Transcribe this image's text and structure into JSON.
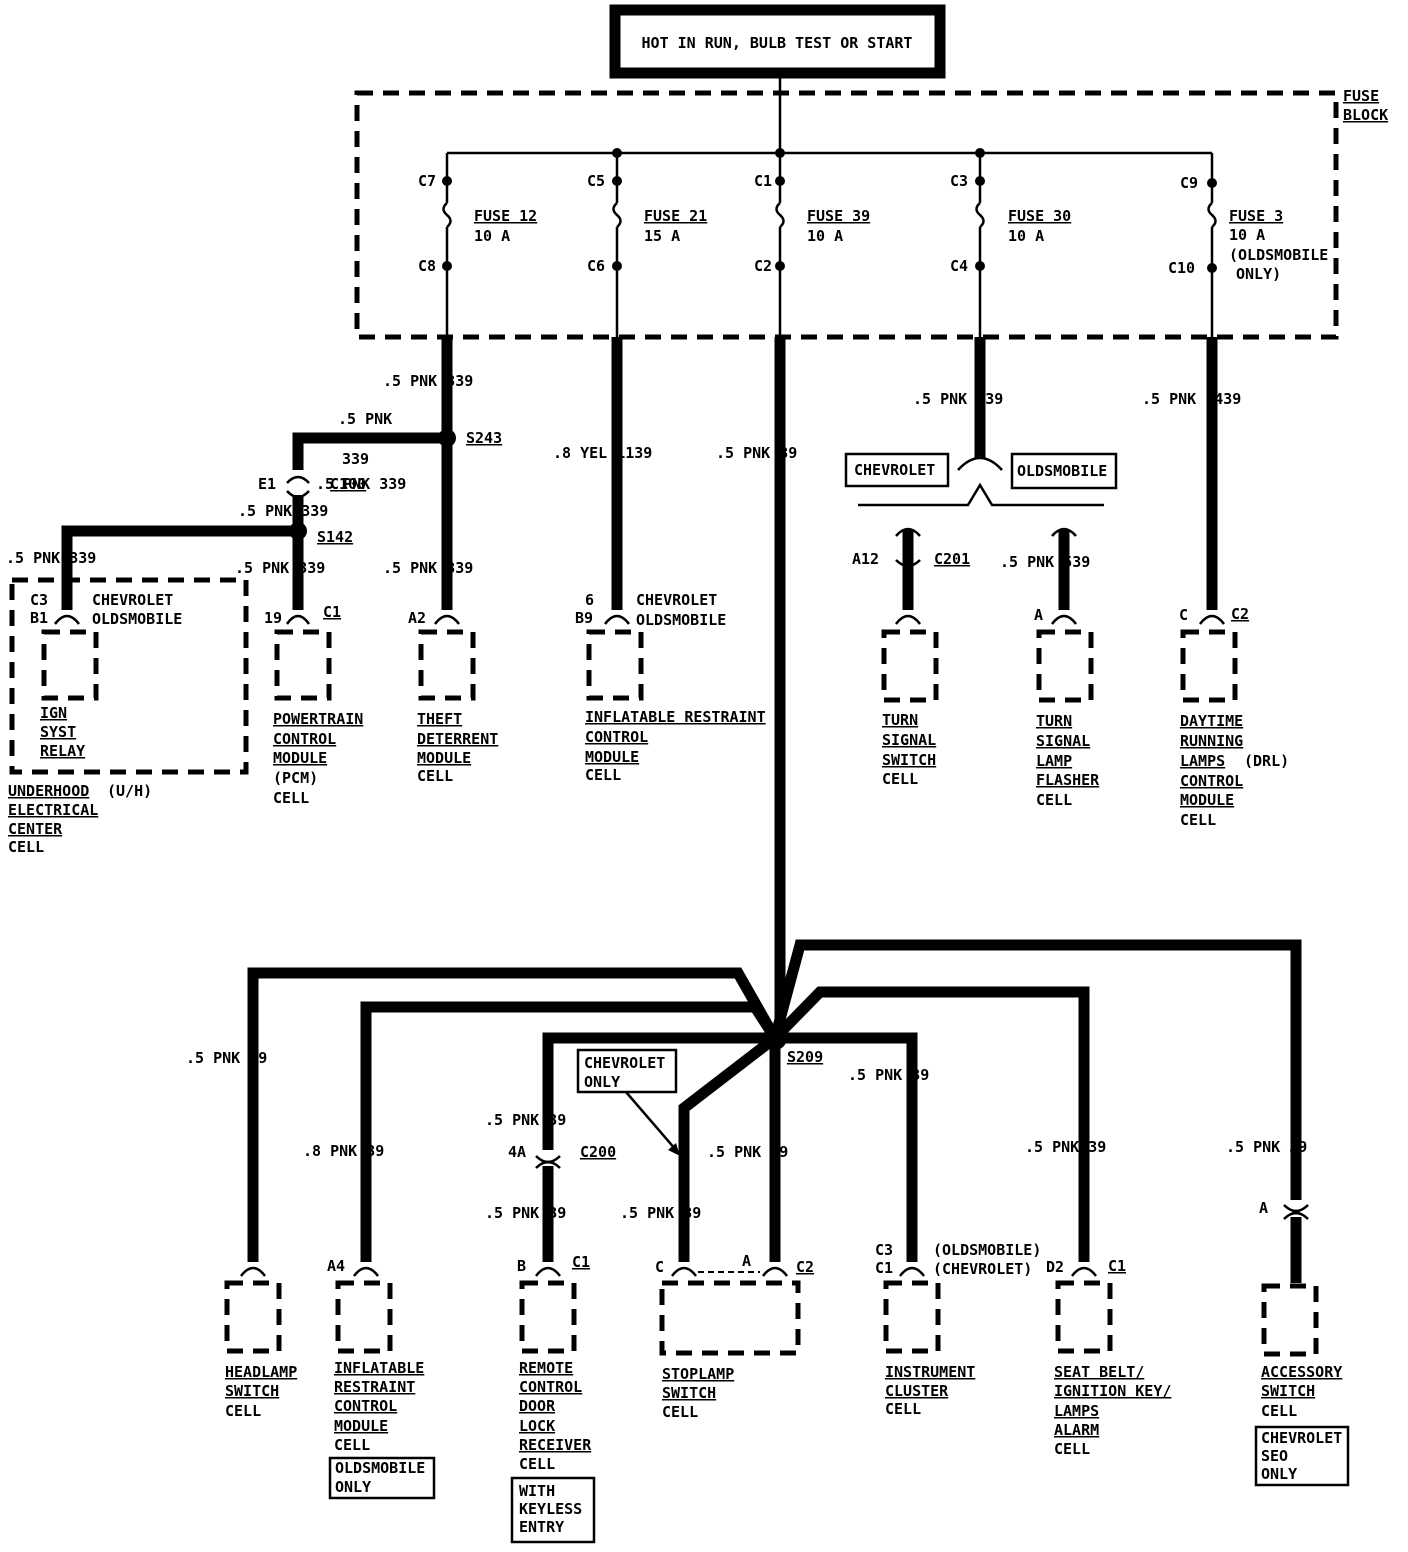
{
  "header": {
    "title": "HOT IN RUN, BULB TEST OR START"
  },
  "fuse_block": {
    "label_line1": "FUSE",
    "label_line2": "BLOCK"
  },
  "fuses": [
    {
      "in": "C7",
      "out": "C8",
      "name": "FUSE 12",
      "amps": "10 A",
      "note1": "",
      "note2": ""
    },
    {
      "in": "C5",
      "out": "C6",
      "name": "FUSE 21",
      "amps": "15 A",
      "note1": "",
      "note2": ""
    },
    {
      "in": "C1",
      "out": "C2",
      "name": "FUSE 39",
      "amps": "10 A",
      "note1": "",
      "note2": ""
    },
    {
      "in": "C3",
      "out": "C4",
      "name": "FUSE 30",
      "amps": "10 A",
      "note1": "",
      "note2": ""
    },
    {
      "in": "C9",
      "out": "C10",
      "name": "FUSE 3",
      "amps": "10 A",
      "note1": "(OLDSMOBILE",
      "note2": "ONLY)"
    }
  ],
  "wires": {
    "w339_a": ".5 PNK  339",
    "w339_b": ".5 PNK",
    "w339_b_num": "339",
    "w339_c": ".5 PNK  339",
    "w339_d": ".5 PNK  339",
    "w339_e": ".5 PNK  339",
    "w339_f": ".5 PNK  339",
    "w1139": ".8 YEL  1139",
    "w39_main": ".5 PNK  39",
    "w539": ".5 PNK  539",
    "w539_b": ".5 PNK  539",
    "w1439": ".5 PNK  1439",
    "b1": ".5 PNK  39",
    "b2": ".8 PNK  39",
    "b3a": ".5 PNK  39",
    "b3b": ".5 PNK  39",
    "b4": ".5 PNK  39",
    "b5": ".5 PNK  39",
    "b6": ".5 PNK  39",
    "b7": ".5 PNK  39",
    "b8": ".5 PNK  39"
  },
  "splices": {
    "s243": "S243",
    "s142": "S142",
    "s209": "S209"
  },
  "connectors": {
    "c100": "C100",
    "c100_pin": "E1",
    "c201": "C201",
    "c201_pin": "A12",
    "c200": "C200",
    "c200_pin": "4A",
    "acc_pin": "A"
  },
  "components": {
    "ign_relay": {
      "pin1": "C3",
      "pin2": "B1",
      "brand1": "CHEVROLET",
      "brand2": "OLDSMOBILE",
      "name": [
        "IGN",
        "SYST",
        "RELAY"
      ]
    },
    "uh_center": {
      "name1": "UNDERHOOD",
      "name1b": "(U/H)",
      "name2": "ELECTRICAL",
      "name3": "CENTER",
      "cell": "CELL"
    },
    "pcm": {
      "pin": "19",
      "conn": "C1",
      "name": [
        "POWERTRAIN",
        "CONTROL",
        "MODULE"
      ],
      "extra": "(PCM)",
      "cell": "CELL"
    },
    "theft": {
      "pin": "A2",
      "name": [
        "THEFT",
        "DETERRENT",
        "MODULE"
      ],
      "cell": "CELL"
    },
    "irc_top": {
      "pin1": "6",
      "pin2": "B9",
      "brand1": "CHEVROLET",
      "brand2": "OLDSMOBILE",
      "name": [
        "INFLATABLE RESTRAINT",
        "CONTROL",
        "MODULE"
      ],
      "cell": "CELL"
    },
    "turn_switch": {
      "name": [
        "TURN",
        "SIGNAL",
        "SWITCH"
      ],
      "cell": "CELL"
    },
    "flasher": {
      "pin": "A",
      "name": [
        "TURN",
        "SIGNAL",
        "LAMP",
        "FLASHER"
      ],
      "cell": "CELL"
    },
    "drl": {
      "pin": "C",
      "conn": "C2",
      "name": [
        "DAYTIME",
        "RUNNING",
        "LAMPS"
      ],
      "name_b": "(DRL)",
      "name2": [
        "CONTROL",
        "MODULE"
      ],
      "cell": "CELL"
    },
    "headlamp": {
      "name": [
        "HEADLAMP",
        "SWITCH"
      ],
      "cell": "CELL"
    },
    "irc_bot": {
      "pin": "A4",
      "name": [
        "INFLATABLE",
        "RESTRAINT",
        "CONTROL",
        "MODULE"
      ],
      "cell": "CELL",
      "note": [
        "OLDSMOBILE",
        "ONLY"
      ]
    },
    "remote": {
      "pin": "B",
      "conn": "C1",
      "name": [
        "REMOTE",
        "CONTROL",
        "DOOR",
        "LOCK",
        "RECEIVER"
      ],
      "cell": "CELL",
      "note": [
        "WITH",
        "KEYLESS",
        "ENTRY"
      ]
    },
    "stoplamp": {
      "pin_c": "C",
      "pin_a": "A",
      "conn": "C2",
      "name": [
        "STOPLAMP",
        "SWITCH"
      ],
      "cell": "CELL"
    },
    "cluster": {
      "pin1": "C3",
      "pin2": "C1",
      "brand1": "(OLDSMOBILE)",
      "brand2": "(CHEVROLET)",
      "name": [
        "INSTRUMENT",
        "CLUSTER"
      ],
      "cell": "CELL"
    },
    "seatbelt": {
      "pin": "D2",
      "conn": "C1",
      "name": [
        "SEAT BELT/",
        "IGNITION KEY/",
        "LAMPS",
        "ALARM"
      ],
      "cell": "CELL"
    },
    "accessory": {
      "name": [
        "ACCESSORY",
        "SWITCH"
      ],
      "cell": "CELL",
      "note": [
        "CHEVROLET",
        "SEO",
        "ONLY"
      ]
    }
  },
  "labels": {
    "chevrolet": "CHEVROLET",
    "oldsmobile": "OLDSMOBILE",
    "chev_only1": "CHEVROLET",
    "chev_only2": "ONLY"
  }
}
